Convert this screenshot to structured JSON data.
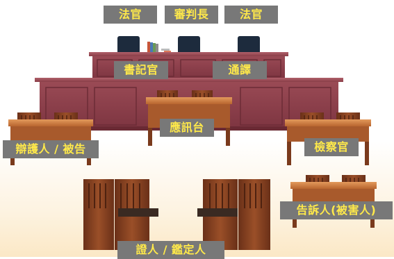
{
  "labels": {
    "judge_left": "法官",
    "presiding_judge": "審判長",
    "judge_right": "法官",
    "clerk": "書記官",
    "interpreter": "通譯",
    "witness_stand": "應訊台",
    "defense": "辯護人 / 被告",
    "prosecutor": "檢察官",
    "complainant": "告訴人(被害人)",
    "witness": "證人 / 鑑定人"
  },
  "colors": {
    "label_bg": "#787878",
    "label_text": "#ffe94a",
    "bench_wood": "#8c3a45",
    "table_wood": "#c8733d",
    "chair_wood": "#7a3a1c"
  }
}
